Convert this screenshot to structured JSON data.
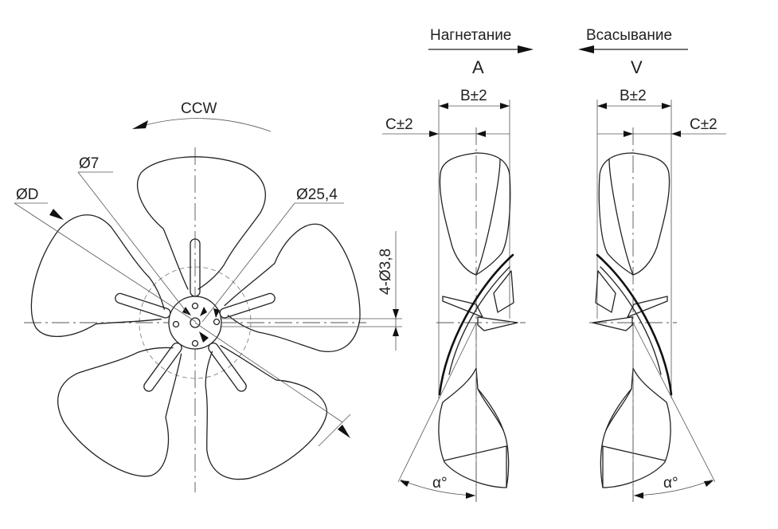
{
  "front_view": {
    "rotation_label": "CCW",
    "hub_bore_label": "Ø7",
    "outer_diameter_label": "ØD",
    "bolt_circle_label": "Ø25,4",
    "mounting_holes_label": "4-Ø3,8"
  },
  "side_view_blowing": {
    "direction_label": "Нагнетание",
    "view_letter": "A",
    "width_label": "B±2",
    "offset_label": "C±2",
    "angle_label": "α°"
  },
  "side_view_suction": {
    "direction_label": "Всасывание",
    "view_letter": "V",
    "width_label": "B±2",
    "offset_label": "C±2",
    "angle_label": "α°"
  }
}
